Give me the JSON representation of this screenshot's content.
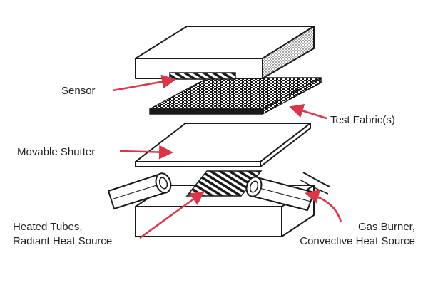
{
  "diagram": {
    "labels": {
      "sensor": "Sensor",
      "test_fabric": "Test Fabric(s)",
      "movable_shutter": "Movable Shutter",
      "heated_tubes_line1": "Heated Tubes,",
      "heated_tubes_line2": "Radiant Heat Source",
      "gas_burner_line1": "Gas Burner,",
      "gas_burner_line2": "Convective Heat Source"
    },
    "colors": {
      "line": "#1a1a1a",
      "arrow": "#d9364a",
      "text": "#222222",
      "background": "#ffffff"
    }
  }
}
